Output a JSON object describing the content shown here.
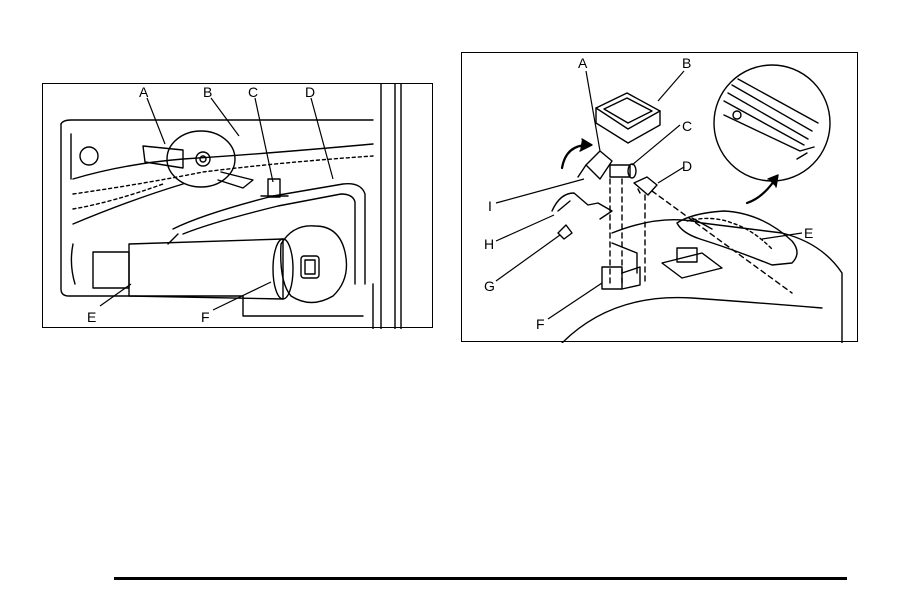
{
  "figure_left": {
    "labels": {
      "a": "A",
      "b": "B",
      "c": "C",
      "d": "D",
      "e": "E",
      "f": "F"
    }
  },
  "figure_right": {
    "labels": {
      "a": "A",
      "b": "B",
      "c": "C",
      "d": "D",
      "e": "E",
      "f": "F",
      "g": "G",
      "h": "H",
      "i": "I"
    }
  }
}
